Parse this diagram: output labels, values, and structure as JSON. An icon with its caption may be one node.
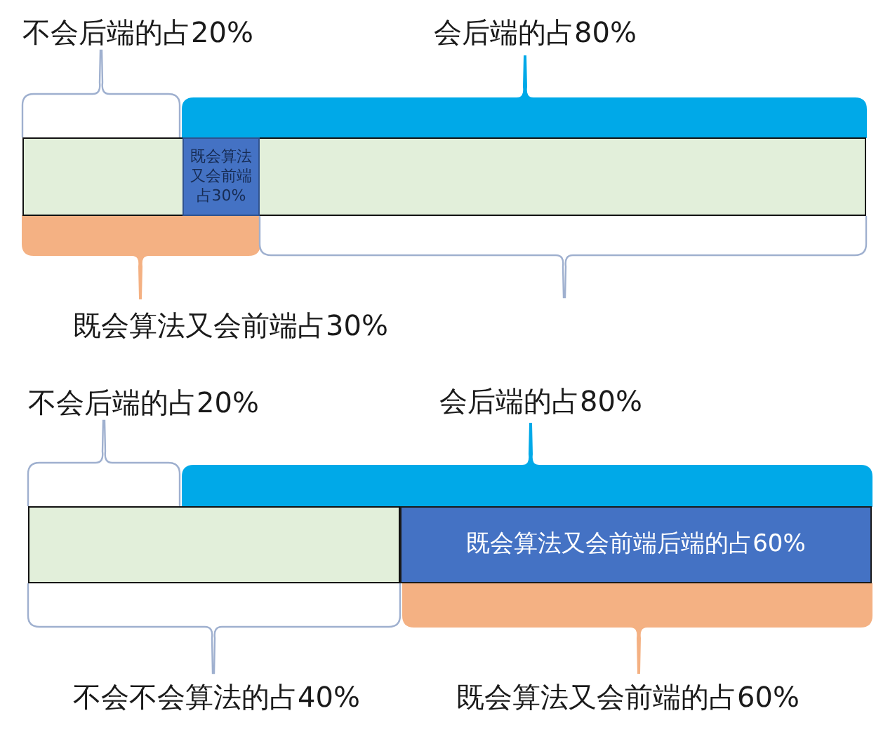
{
  "diagram": {
    "nodes": [
      {
        "text": [],
        "shape": "brace",
        "beside": [
          "不会后端的占20%"
        ]
      },
      {
        "text": [],
        "shape": "brace",
        "beside": [
          "会后端的占80%"
        ]
      },
      {
        "text": [],
        "shape": "bar"
      },
      {
        "text": [
          "既会算法又会前端占30%"
        ],
        "in": 2
      },
      {
        "text": [],
        "shape": "brace",
        "beside": [
          "既会算法又会前端占30%"
        ]
      },
      {
        "text": [],
        "shape": "brace"
      },
      {
        "text": [],
        "shape": "brace",
        "beside": [
          "不会后端的占20%"
        ]
      },
      {
        "text": [],
        "shape": "brace",
        "beside": [
          "会后端的占80%"
        ]
      },
      {
        "text": [],
        "shape": "bar"
      },
      {
        "text": [
          "既会算法又会前端后端的占60%"
        ]
      },
      {
        "text": [],
        "shape": "brace",
        "beside": [
          "不会不会算法的占40%"
        ]
      },
      {
        "text": [],
        "shape": "brace",
        "beside": [
          "既会算法又会前端的占60%"
        ]
      }
    ]
  }
}
